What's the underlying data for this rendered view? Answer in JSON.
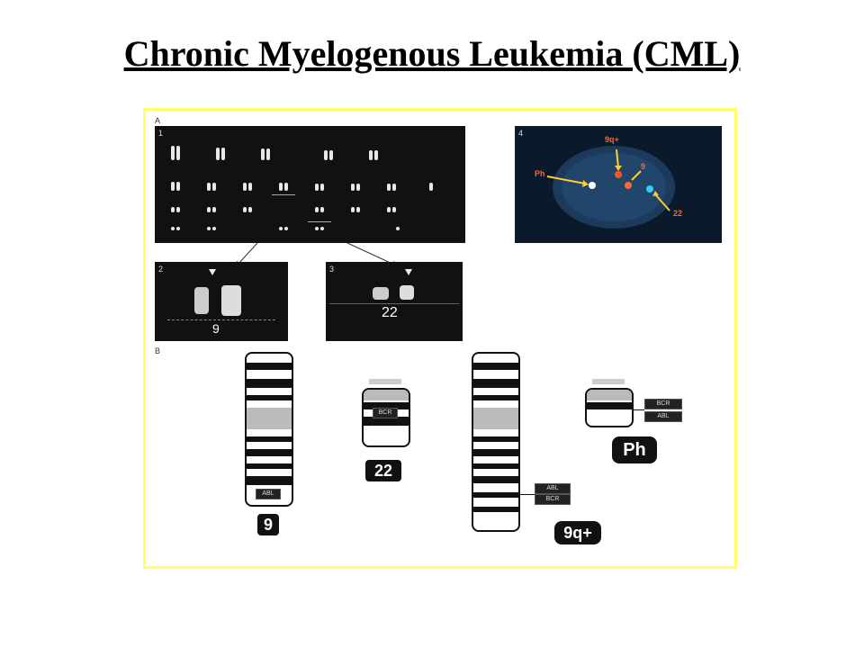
{
  "slide": {
    "title": "Chronic Myelogenous Leukemia (CML)"
  },
  "figure": {
    "section_a_label": "A",
    "section_b_label": "B",
    "panels": {
      "p1_label": "1",
      "p2_label": "2",
      "p3_label": "3",
      "p4_label": "4"
    },
    "panel2_number": "9",
    "panel3_number": "22",
    "fish_labels": {
      "q9": "9q+",
      "ph": "Ph",
      "n9": "9",
      "n22": "22"
    },
    "ideograms": {
      "chr9_label": "9",
      "chr22_label": "22",
      "chr9q_label": "9q+",
      "ph_label": "Ph",
      "chr9_gene": "ABL",
      "chr22_gene": "BCR",
      "chr9q_gene_top": "ABL",
      "chr9q_gene_bottom": "BCR",
      "ph_gene_top": "BCR",
      "ph_gene_bottom": "ABL"
    }
  },
  "colors": {
    "border": "#ffff66",
    "panel_bg": "#111111",
    "fish_bg": "#0a1a2a",
    "arrow_yellow": "#ffcc33"
  }
}
